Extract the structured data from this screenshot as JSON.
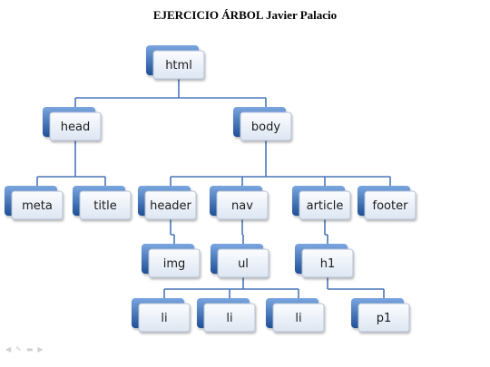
{
  "title": "EJERCICIO ÁRBOL Javier Palacio",
  "colors": {
    "box_blue_top": "#7aa6e0",
    "box_blue_bottom": "#1f4f96",
    "connector": "#4a76b8",
    "label_box_top": "#fbfcfe",
    "label_box_bottom": "#dde6f3"
  },
  "nodes": {
    "html": "html",
    "head": "head",
    "body": "body",
    "meta": "meta",
    "title_tag": "title",
    "header": "header",
    "nav": "nav",
    "article": "article",
    "footer": "footer",
    "img": "img",
    "ul": "ul",
    "h1": "h1",
    "li1": "li",
    "li2": "li",
    "li3": "li",
    "p1": "p1"
  },
  "edges": [
    [
      "html",
      "head"
    ],
    [
      "html",
      "body"
    ],
    [
      "head",
      "meta"
    ],
    [
      "head",
      "title_tag"
    ],
    [
      "body",
      "header"
    ],
    [
      "body",
      "nav"
    ],
    [
      "body",
      "article"
    ],
    [
      "body",
      "footer"
    ],
    [
      "header",
      "img"
    ],
    [
      "nav",
      "ul"
    ],
    [
      "article",
      "h1"
    ],
    [
      "ul",
      "li1"
    ],
    [
      "ul",
      "li2"
    ],
    [
      "ul",
      "li3"
    ],
    [
      "h1",
      "p1"
    ]
  ],
  "slide_nav_icons": [
    "prev-icon",
    "pen-icon",
    "menu-icon",
    "next-icon"
  ]
}
